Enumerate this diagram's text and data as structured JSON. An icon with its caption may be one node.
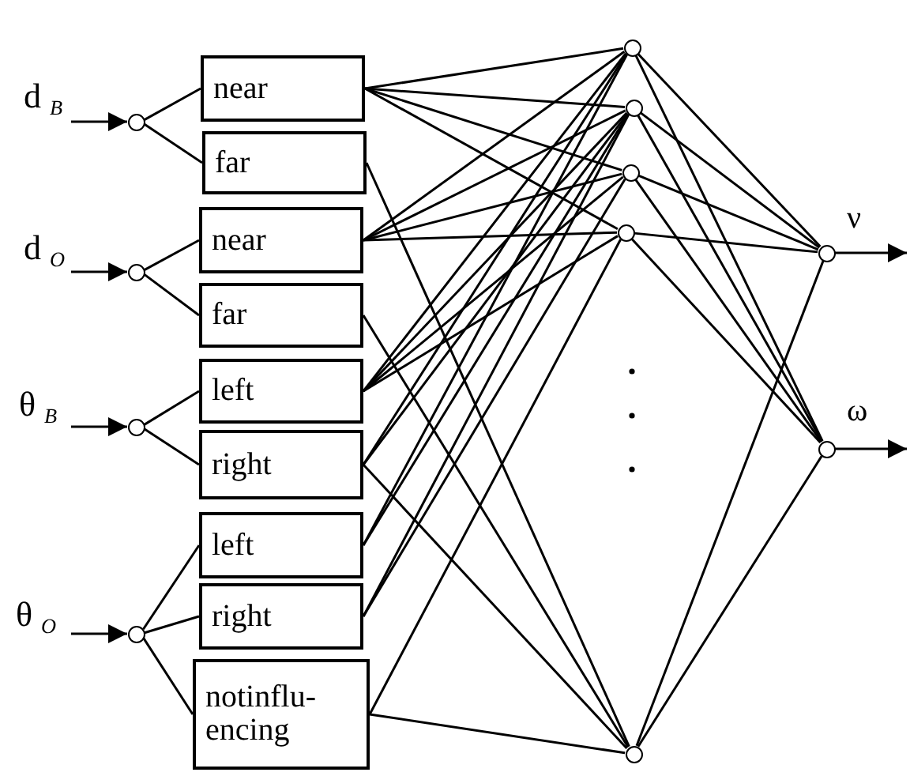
{
  "diagram": {
    "nodes": [
      {
        "text": [],
        "shape": "circle"
      },
      {
        "text": [],
        "shape": "circle"
      },
      {
        "text": [],
        "shape": "circle"
      },
      {
        "text": [],
        "shape": "circle"
      },
      {
        "text": [
          "near"
        ]
      },
      {
        "text": [
          "far"
        ]
      },
      {
        "text": [
          "near"
        ]
      },
      {
        "text": [
          "far"
        ]
      },
      {
        "text": [
          "left"
        ]
      },
      {
        "text": [
          "right"
        ]
      },
      {
        "text": [
          "left"
        ]
      },
      {
        "text": [
          "right"
        ]
      },
      {
        "text": [
          "notinflu- encing"
        ]
      },
      {
        "text": [],
        "shape": "circle"
      },
      {
        "text": [],
        "shape": "circle"
      },
      {
        "text": [],
        "shape": "circle"
      },
      {
        "text": [],
        "shape": "circle"
      },
      {
        "text": [],
        "shape": "circle"
      },
      {
        "text": [],
        "shape": "circle"
      },
      {
        "text": [],
        "shape": "circle"
      },
      {
        "text": [
          "d $_{B}$"
        ]
      },
      {
        "text": [
          "d $_{O}$"
        ]
      },
      {
        "text": [
          "θ $_{B}$"
        ]
      },
      {
        "text": [
          "θ $_{O}$"
        ]
      }
    ],
    "edges": [
      {
        "from": 20,
        "to": 0,
        "arrow": "to"
      },
      {
        "from": 21,
        "to": 1,
        "arrow": "to"
      },
      {
        "from": 22,
        "to": 2,
        "arrow": "to"
      },
      {
        "from": 23,
        "to": 3,
        "arrow": "to"
      },
      {
        "from": 0,
        "to": 4,
        "arrow": "none"
      },
      {
        "from": 0,
        "to": 5,
        "arrow": "none"
      },
      {
        "from": 1,
        "to": 6,
        "arrow": "none"
      },
      {
        "from": 1,
        "to": 7,
        "arrow": "none"
      },
      {
        "from": 2,
        "to": 8,
        "arrow": "none"
      },
      {
        "from": 2,
        "to": 9,
        "arrow": "none"
      },
      {
        "from": 3,
        "to": 10,
        "arrow": "none"
      },
      {
        "from": 3,
        "to": 11,
        "arrow": "none"
      },
      {
        "from": 3,
        "to": 12,
        "arrow": "none"
      },
      {
        "from": 4,
        "to": 13,
        "arrow": "none"
      },
      {
        "from": 4,
        "to": 14,
        "arrow": "none"
      },
      {
        "from": 4,
        "to": 15,
        "arrow": "none"
      },
      {
        "from": 4,
        "to": 16,
        "arrow": "none"
      },
      {
        "from": 5,
        "to": 17,
        "arrow": "none"
      },
      {
        "from": 6,
        "to": 13,
        "arrow": "none"
      },
      {
        "from": 6,
        "to": 14,
        "arrow": "none"
      },
      {
        "from": 6,
        "to": 15,
        "arrow": "none"
      },
      {
        "from": 6,
        "to": 16,
        "arrow": "none"
      },
      {
        "from": 7,
        "to": 17,
        "arrow": "none"
      },
      {
        "from": 8,
        "to": 13,
        "arrow": "none"
      },
      {
        "from": 8,
        "to": 14,
        "arrow": "none"
      },
      {
        "from": 8,
        "to": 15,
        "arrow": "none"
      },
      {
        "from": 8,
        "to": 16,
        "arrow": "none"
      },
      {
        "from": 9,
        "to": 13,
        "arrow": "none"
      },
      {
        "from": 9,
        "to": 14,
        "arrow": "none"
      },
      {
        "from": 9,
        "to": 17,
        "arrow": "none"
      },
      {
        "from": 10,
        "to": 13,
        "arrow": "none"
      },
      {
        "from": 10,
        "to": 14,
        "arrow": "none"
      },
      {
        "from": 11,
        "to": 14,
        "arrow": "none"
      },
      {
        "from": 11,
        "to": 15,
        "arrow": "none"
      },
      {
        "from": 12,
        "to": 16,
        "arrow": "none"
      },
      {
        "from": 12,
        "to": 17,
        "arrow": "none"
      },
      {
        "from": 13,
        "to": 18,
        "arrow": "none"
      },
      {
        "from": 13,
        "to": 19,
        "arrow": "none"
      },
      {
        "from": 14,
        "to": 18,
        "arrow": "none"
      },
      {
        "from": 14,
        "to": 19,
        "arrow": "none"
      },
      {
        "from": 15,
        "to": 18,
        "arrow": "none"
      },
      {
        "from": 15,
        "to": 19,
        "arrow": "none"
      },
      {
        "from": 16,
        "to": 18,
        "arrow": "none"
      },
      {
        "from": 16,
        "to": 19,
        "arrow": "none"
      },
      {
        "from": 17,
        "to": 18,
        "arrow": "none"
      },
      {
        "from": 17,
        "to": 19,
        "arrow": "none"
      },
      {
        "from": 18,
        "to": null,
        "arrow": "to"
      },
      {
        "from": 19,
        "to": null,
        "arrow": "to"
      }
    ],
    "labels": [
      "ν",
      "ω"
    ]
  }
}
